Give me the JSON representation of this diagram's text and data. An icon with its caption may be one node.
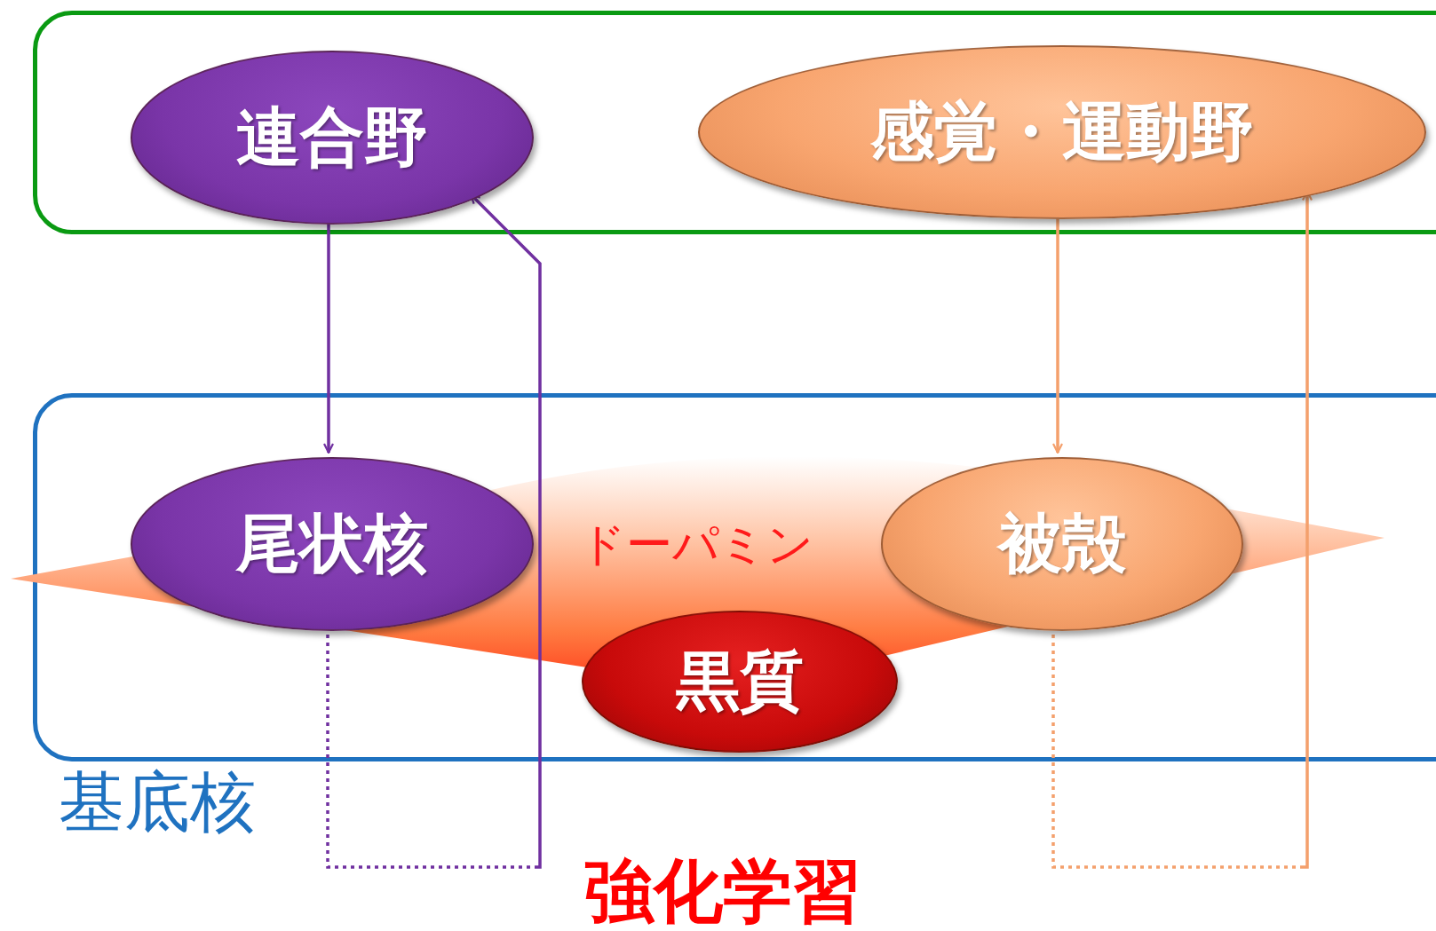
{
  "diagram": {
    "nodes": [
      {
        "text": [],
        "shape": "box"
      },
      {
        "text": [
          "連合野"
        ],
        "in": 0
      },
      {
        "text": [
          "感覚・運動野"
        ],
        "in": 0
      },
      {
        "text": [
          "基底核"
        ]
      },
      {
        "text": [
          "尾状核"
        ],
        "in": 3
      },
      {
        "text": [
          "被殻"
        ],
        "in": 3
      },
      {
        "text": [
          "黒質"
        ],
        "in": 3
      }
    ],
    "edges": [
      {
        "from": 1,
        "to": 4,
        "arrow": "to",
        "color": "#7030a0"
      },
      {
        "from": 4,
        "to": 1,
        "arrow": "to",
        "style": "dashed",
        "color": "#7030a0"
      },
      {
        "from": 2,
        "to": 5,
        "arrow": "to",
        "color": "#f4a06c"
      },
      {
        "from": 5,
        "to": 2,
        "arrow": "to",
        "style": "dashed",
        "color": "#f4a06c"
      }
    ],
    "labels": [
      "ドーパミン",
      "強化学習"
    ]
  }
}
